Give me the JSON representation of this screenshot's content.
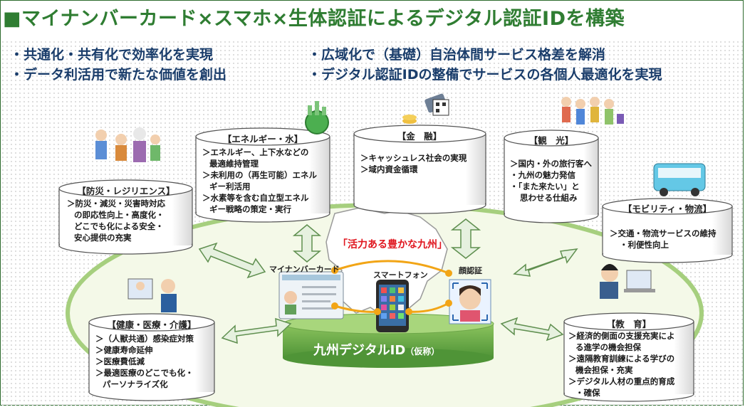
{
  "title": "■マイナンバーカード×スマホ×生体認証によるデジタル認証IDを構築",
  "bullets": [
    "・共通化・共有化で効率化を実現",
    "・広域化で（基礎）自治体間サービス格差を解消",
    "・データ利活用で新たな価値を創出",
    "・デジタル認証IDの整備でサービスの各個人最適化を実現"
  ],
  "catchphrase": "「活力ある豊かな九州」",
  "center": {
    "platform_label": "九州デジタルID",
    "platform_sub": "（仮称）",
    "card_label": "マイナンバーカード",
    "phone_label": "スマートフォン",
    "face_label": "顔認証"
  },
  "domains": {
    "bousai": {
      "head": "【防災・レジリエンス】",
      "lines": [
        "＞防災・減災・災害時対応",
        "の即応性向上・高度化・",
        "どこでも化による安全・",
        "安心提供の充実"
      ]
    },
    "energy": {
      "head": "【エネルギー・水】",
      "lines": [
        "＞エネルギー、上下水などの",
        "最適維持管理",
        "＞未利用の（再生可能）エネル",
        "ギー利活用",
        "＞水素等を含む自立型エネル",
        "ギー戦略の策定・実行"
      ]
    },
    "kinyu": {
      "head": "【金　融】",
      "lines": [
        "＞キャッシュレス社会の実現",
        "＞域内資金循環"
      ]
    },
    "kanko": {
      "head": "【観　光】",
      "lines": [
        "＞国内・外の旅行客へ",
        "・九州の魅力発信",
        "・「また来たい」と",
        "思わせる仕組み"
      ]
    },
    "mobility": {
      "head": "【モビリティ・物流】",
      "lines": [
        "＞交通・物流サービスの維持",
        "・利便性向上"
      ]
    },
    "kenko": {
      "head": "【健康・医療・介護】",
      "lines": [
        "＞（人獣共通）感染症対策",
        "＞健康寿命延伸",
        "＞医療費低減",
        "＞最適医療のどこでも化・",
        "パーソナライズ化"
      ]
    },
    "kyoiku": {
      "head": "【教　育】",
      "lines": [
        "＞経済的側面の支援充実によ",
        "る進学の機会担保",
        "＞遠隔教育訓練による学びの",
        "機会担保・充実",
        "＞デジタル人材の重点的育成",
        "・確保"
      ]
    }
  },
  "colors": {
    "accent": "#2f7d32",
    "cylinder": "#ffffff",
    "cylinder_stroke": "#555555",
    "arrow": "#e6f1df",
    "arrow_stroke": "#5f8f4f",
    "catch": "#e0161f",
    "link": "#f2a516"
  }
}
